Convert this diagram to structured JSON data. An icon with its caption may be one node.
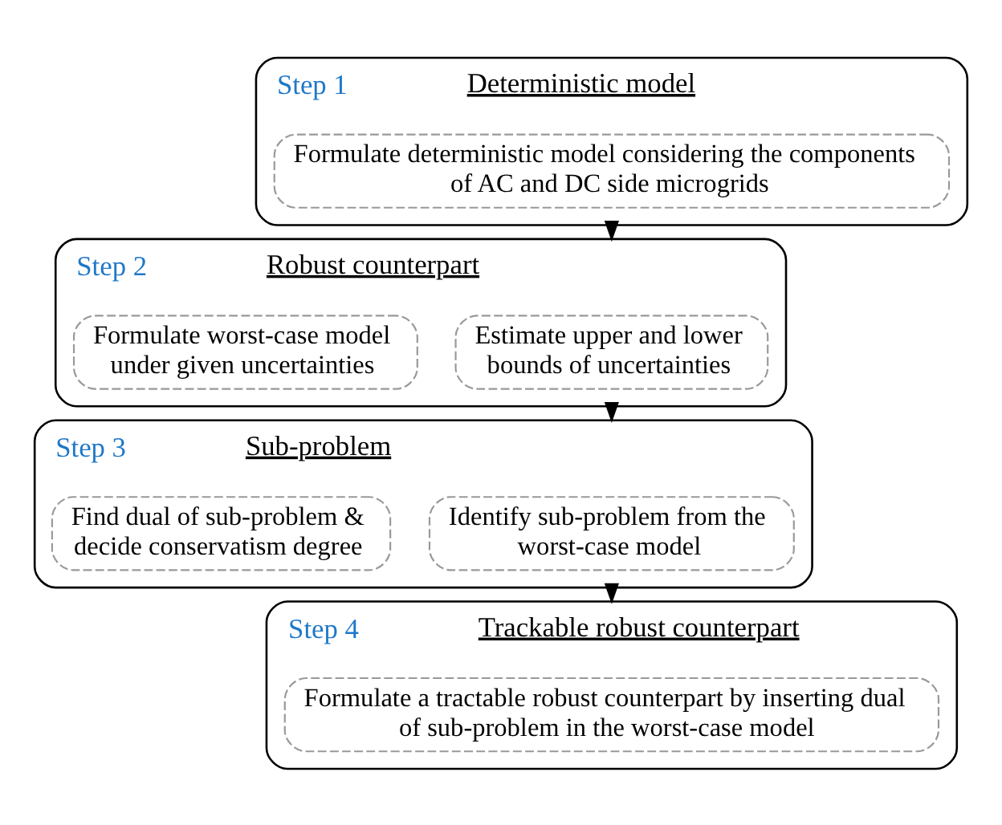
{
  "diagram": {
    "nodes": [
      {
        "text": [
          "Step 1",
          "Deterministic model"
        ]
      },
      {
        "text": [
          "Formulate deterministic model considering the components of AC and DC side microgrids"
        ],
        "in": 0
      },
      {
        "text": [
          "Step 2",
          "Robust counterpart"
        ]
      },
      {
        "text": [
          "Estimate upper and lower bounds of uncertainties"
        ],
        "in": 2
      },
      {
        "text": [
          "Formulate worst-case model under given uncertainties"
        ],
        "in": 2
      },
      {
        "text": [
          "Step 3",
          "Sub-problem"
        ]
      },
      {
        "text": [
          "Identify sub-problem from the worst-case model"
        ],
        "in": 5
      },
      {
        "text": [
          "Find dual of sub-problem & decide conservatism degree"
        ],
        "in": 5
      },
      {
        "text": [
          "Step 4",
          "Trackable robust counterpart"
        ]
      },
      {
        "text": [
          "Formulate a tractable robust counterpart by inserting dual of sub-problem in the worst-case model"
        ],
        "in": 8
      }
    ],
    "edges": [
      {
        "from": 0,
        "to": 2,
        "arrow": "to"
      },
      {
        "from": 2,
        "to": 5,
        "arrow": "to"
      },
      {
        "from": 5,
        "to": 8,
        "arrow": "to"
      }
    ]
  }
}
